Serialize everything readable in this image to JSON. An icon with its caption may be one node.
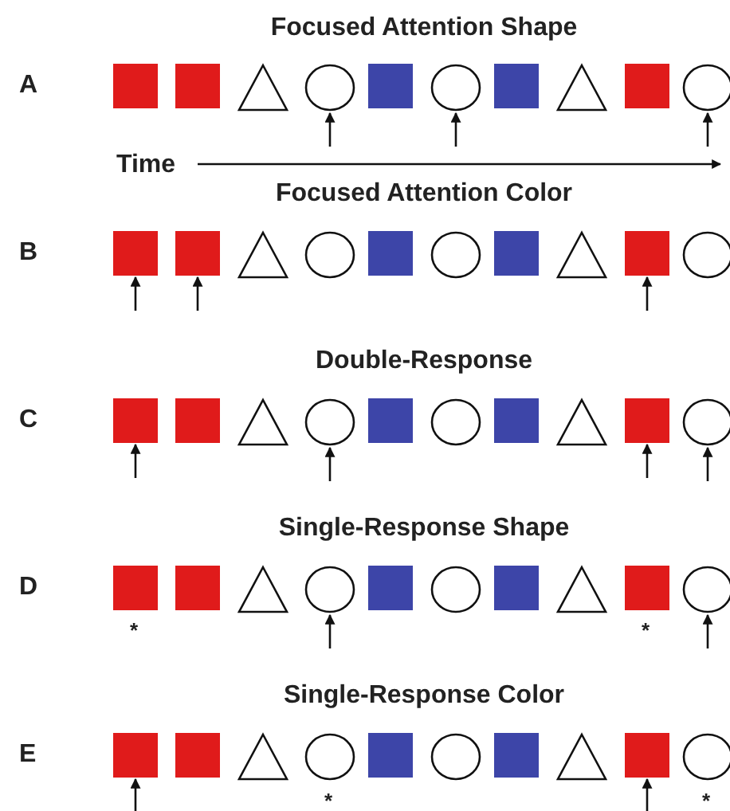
{
  "diagram": {
    "nodes": [
      {
        "text": [],
        "shape": "box"
      },
      {
        "text": [],
        "shape": "box"
      },
      {
        "text": [],
        "shape": "triangle"
      },
      {
        "text": [],
        "shape": "circle"
      },
      {
        "text": [],
        "shape": "box"
      },
      {
        "text": [],
        "shape": "circle"
      },
      {
        "text": [],
        "shape": "box"
      },
      {
        "text": [],
        "shape": "triangle"
      },
      {
        "text": [],
        "shape": "box"
      },
      {
        "text": [],
        "shape": "circle"
      },
      {
        "text": [],
        "shape": "box"
      },
      {
        "text": [],
        "shape": "box"
      },
      {
        "text": [],
        "shape": "triangle"
      },
      {
        "text": [],
        "shape": "circle"
      },
      {
        "text": [],
        "shape": "box"
      },
      {
        "text": [],
        "shape": "circle"
      },
      {
        "text": [],
        "shape": "box"
      },
      {
        "text": [],
        "shape": "triangle"
      },
      {
        "text": [],
        "shape": "box"
      },
      {
        "text": [],
        "shape": "circle"
      },
      {
        "text": [],
        "shape": "box"
      },
      {
        "text": [],
        "shape": "box"
      },
      {
        "text": [],
        "shape": "triangle"
      },
      {
        "text": [],
        "shape": "circle"
      },
      {
        "text": [],
        "shape": "box"
      },
      {
        "text": [],
        "shape": "circle"
      },
      {
        "text": [],
        "shape": "box"
      },
      {
        "text": [],
        "shape": "triangle"
      },
      {
        "text": [],
        "shape": "box"
      },
      {
        "text": [],
        "shape": "circle"
      },
      {
        "text": [],
        "shape": "box"
      },
      {
        "text": [],
        "shape": "box"
      },
      {
        "text": [],
        "shape": "triangle"
      },
      {
        "text": [],
        "shape": "circle"
      },
      {
        "text": [],
        "shape": "box"
      },
      {
        "text": [],
        "shape": "circle"
      },
      {
        "text": [],
        "shape": "box"
      },
      {
        "text": [],
        "shape": "triangle"
      },
      {
        "text": [],
        "shape": "box"
      },
      {
        "text": [],
        "shape": "circle"
      },
      {
        "text": [],
        "shape": "box"
      },
      {
        "text": [],
        "shape": "box"
      },
      {
        "text": [],
        "shape": "triangle"
      },
      {
        "text": [],
        "shape": "circle"
      },
      {
        "text": [],
        "shape": "box"
      },
      {
        "text": [],
        "shape": "circle"
      },
      {
        "text": [],
        "shape": "box"
      },
      {
        "text": [],
        "shape": "triangle"
      },
      {
        "text": [],
        "shape": "box"
      },
      {
        "text": [],
        "shape": "circle"
      }
    ],
    "edges": [
      {
        "from": null,
        "to": 3,
        "arrow": "to"
      },
      {
        "from": null,
        "to": 5,
        "arrow": "to"
      },
      {
        "from": null,
        "to": 9,
        "arrow": "to"
      },
      {
        "from": null,
        "to": 10,
        "arrow": "to"
      },
      {
        "from": null,
        "to": 11,
        "arrow": "to"
      },
      {
        "from": null,
        "to": 18,
        "arrow": "to"
      },
      {
        "from": null,
        "to": 20,
        "arrow": "to"
      },
      {
        "from": null,
        "to": 23,
        "arrow": "to"
      },
      {
        "from": null,
        "to": 28,
        "arrow": "to"
      },
      {
        "from": null,
        "to": 29,
        "arrow": "to"
      },
      {
        "from": null,
        "to": 33,
        "arrow": "to"
      },
      {
        "from": null,
        "to": 39,
        "arrow": "to"
      },
      {
        "from": null,
        "to": 40,
        "arrow": "to"
      },
      {
        "from": null,
        "to": 48,
        "arrow": "to"
      }
    ],
    "labels": [
      "Focused Attention Shape",
      "A",
      "Time",
      "Focused Attention Color",
      "B",
      "Double-Response",
      "C",
      "Single-Response Shape",
      "D",
      "*",
      "*",
      "Single-Response Color",
      "E",
      "*",
      "*"
    ]
  }
}
